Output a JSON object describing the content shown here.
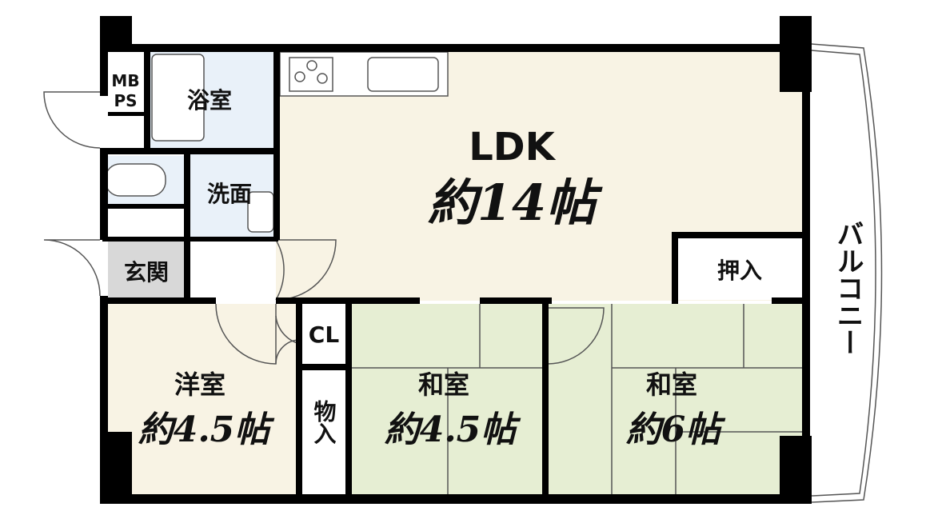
{
  "rooms": {
    "ldk": {
      "name": "LDK",
      "size": "約14帖"
    },
    "western": {
      "name": "洋室",
      "size": "約4.5帖"
    },
    "japanese1": {
      "name": "和室",
      "size": "約4.5帖"
    },
    "japanese2": {
      "name": "和室",
      "size": "約6帖"
    },
    "bath": {
      "name": "浴室"
    },
    "washroom": {
      "name": "洗面"
    },
    "entrance": {
      "name": "玄関"
    },
    "closet": {
      "name": "CL"
    },
    "storage": {
      "name": "物入"
    },
    "oshiire": {
      "name": "押入"
    },
    "mbps_top": "MB",
    "mbps_bottom": "PS",
    "balcony": {
      "name": "バルコニー"
    }
  },
  "colors": {
    "ldk": "#f8f3e4",
    "western": "#f8f3e4",
    "tatami": "#e6eed3",
    "bath": "#e9f1f9",
    "entrance": "#d8d8d8",
    "wall": "#000000"
  }
}
